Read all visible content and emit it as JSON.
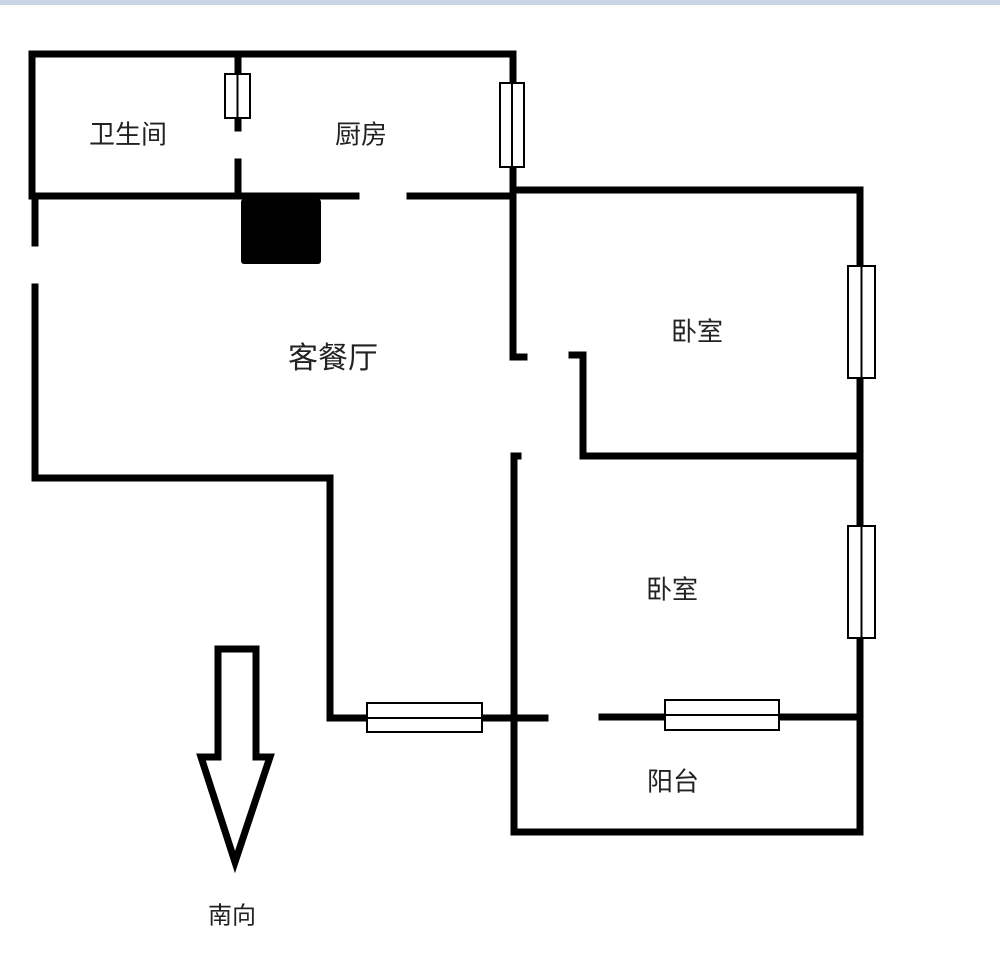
{
  "rooms": {
    "bathroom": "卫生间",
    "kitchen": "厨房",
    "living_dining": "客餐厅",
    "bedroom_1": "卧室",
    "bedroom_2": "卧室",
    "balcony": "阳台"
  },
  "orientation": "南向",
  "colors": {
    "wall": "#000000",
    "top_bar": "#c9d4e4"
  }
}
